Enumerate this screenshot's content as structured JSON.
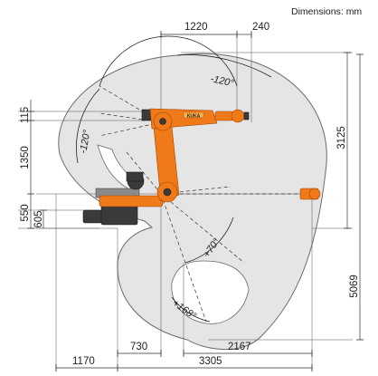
{
  "units_label": "Dimensions: mm",
  "dimensions": {
    "horiz_1220": "1220",
    "horiz_240": "240",
    "horiz_730": "730",
    "horiz_2167": "2167",
    "horiz_1170": "1170",
    "horiz_3305": "3305",
    "vert_115": "115",
    "vert_1350": "1350",
    "vert_550": "550",
    "vert_605": "605",
    "vert_3125": "3125",
    "vert_5069": "5069"
  },
  "angles": {
    "a5_upper": "-120°",
    "a5_lower": "-120°",
    "a3_plus": "+70°",
    "a2_plus": "+168°"
  },
  "colors": {
    "robot": "#f07a1a",
    "envelope": "#e5e5e5",
    "base": "#3a3a3a"
  },
  "nameplate": "KUKA"
}
